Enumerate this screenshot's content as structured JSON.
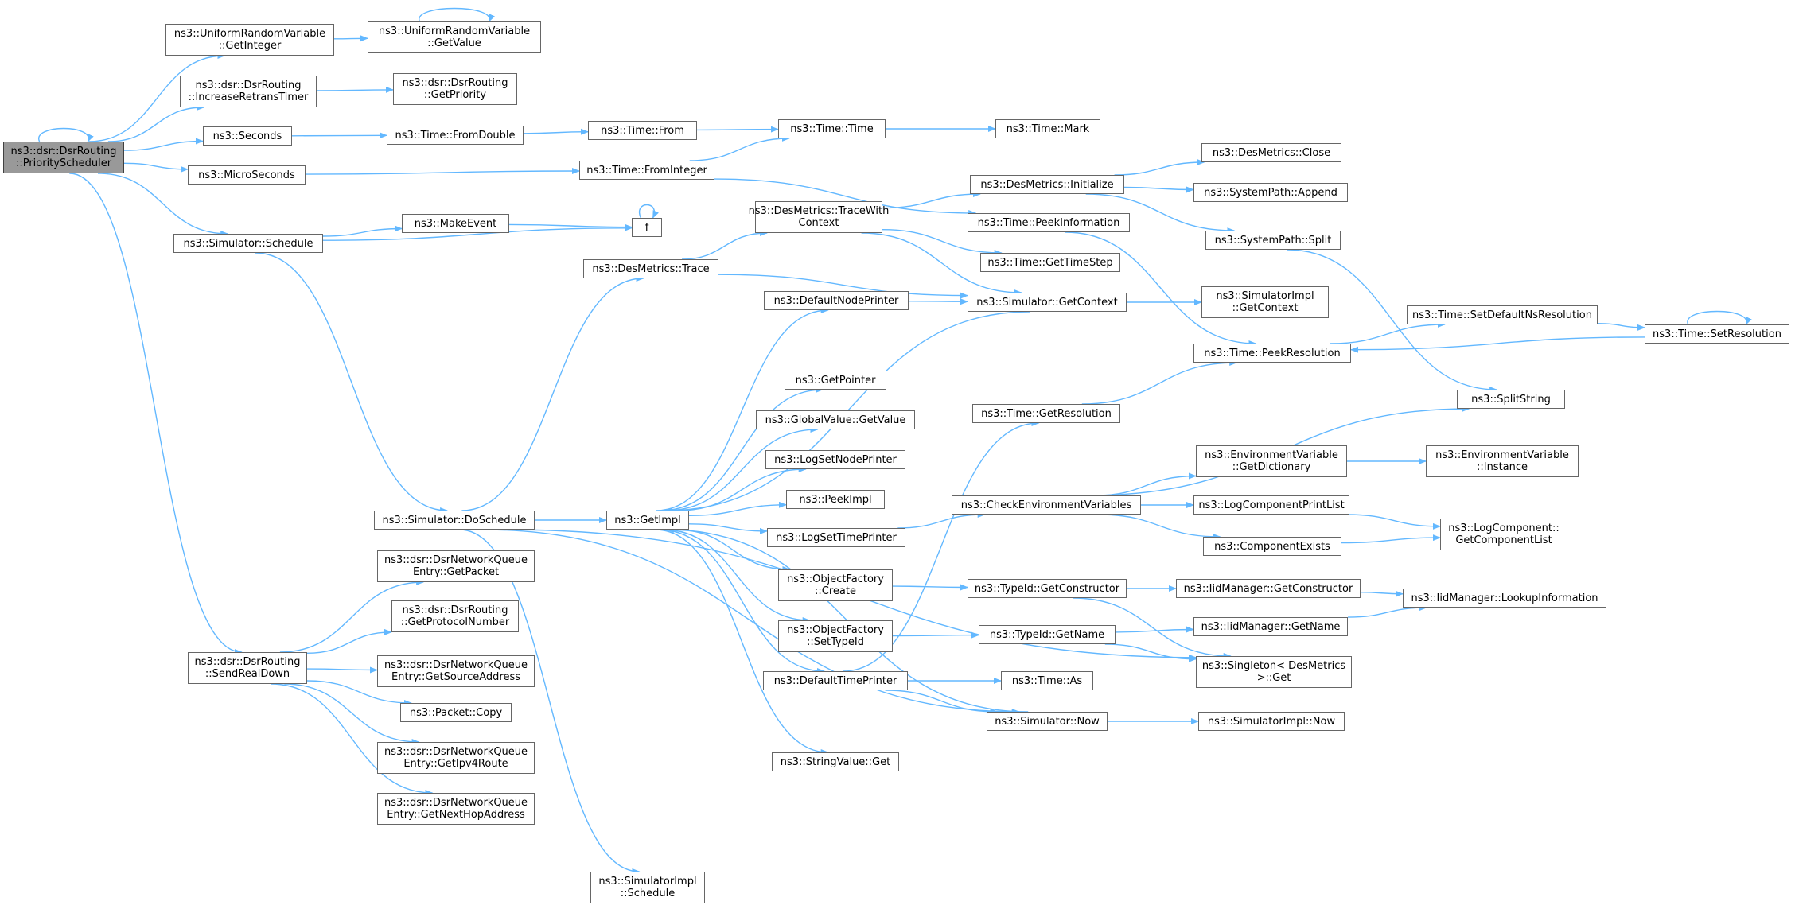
{
  "colors": {
    "edge": "#63b8ff",
    "node_border": "#666666",
    "root_fill": "#999999"
  },
  "nodes": {
    "priority_scheduler": {
      "lines": [
        "ns3::dsr::DsrRouting",
        "::PriorityScheduler"
      ]
    },
    "uniform_get_integer": {
      "lines": [
        "ns3::UniformRandomVariable",
        "::GetInteger"
      ]
    },
    "uniform_get_value": {
      "lines": [
        "ns3::UniformRandomVariable",
        "::GetValue"
      ]
    },
    "increase_retrans_timer": {
      "lines": [
        "ns3::dsr::DsrRouting",
        "::IncreaseRetransTimer"
      ]
    },
    "get_priority": {
      "lines": [
        "ns3::dsr::DsrRouting",
        "::GetPriority"
      ]
    },
    "seconds": {
      "lines": [
        "ns3::Seconds"
      ]
    },
    "time_from_double": {
      "lines": [
        "ns3::Time::FromDouble"
      ]
    },
    "time_from": {
      "lines": [
        "ns3::Time::From"
      ]
    },
    "time_time": {
      "lines": [
        "ns3::Time::Time"
      ]
    },
    "time_mark": {
      "lines": [
        "ns3::Time::Mark"
      ]
    },
    "micro_seconds": {
      "lines": [
        "ns3::MicroSeconds"
      ]
    },
    "time_from_integer": {
      "lines": [
        "ns3::Time::FromInteger"
      ]
    },
    "des_metrics_initialize": {
      "lines": [
        "ns3::DesMetrics::Initialize"
      ]
    },
    "des_metrics_close": {
      "lines": [
        "ns3::DesMetrics::Close"
      ]
    },
    "system_path_append": {
      "lines": [
        "ns3::SystemPath::Append"
      ]
    },
    "system_path_split": {
      "lines": [
        "ns3::SystemPath::Split"
      ]
    },
    "simulator_schedule": {
      "lines": [
        "ns3::Simulator::Schedule"
      ]
    },
    "make_event": {
      "lines": [
        "ns3::MakeEvent"
      ]
    },
    "f": {
      "lines": [
        "f"
      ]
    },
    "des_metrics_trace_with_context": {
      "lines": [
        "ns3::DesMetrics::TraceWith",
        "Context"
      ]
    },
    "time_peek_information": {
      "lines": [
        "ns3::Time::PeekInformation"
      ]
    },
    "time_get_time_step": {
      "lines": [
        "ns3::Time::GetTimeStep"
      ]
    },
    "des_metrics_trace": {
      "lines": [
        "ns3::DesMetrics::Trace"
      ]
    },
    "default_node_printer": {
      "lines": [
        "ns3::DefaultNodePrinter"
      ]
    },
    "simulator_get_context": {
      "lines": [
        "ns3::Simulator::GetContext"
      ]
    },
    "simulator_impl_get_context": {
      "lines": [
        "ns3::SimulatorImpl",
        "::GetContext"
      ]
    },
    "time_set_default_ns_resolution": {
      "lines": [
        "ns3::Time::SetDefaultNsResolution"
      ]
    },
    "time_set_resolution": {
      "lines": [
        "ns3::Time::SetResolution"
      ]
    },
    "time_peek_resolution": {
      "lines": [
        "ns3::Time::PeekResolution"
      ]
    },
    "get_pointer": {
      "lines": [
        "ns3::GetPointer"
      ]
    },
    "split_string": {
      "lines": [
        "ns3::SplitString"
      ]
    },
    "time_get_resolution": {
      "lines": [
        "ns3::Time::GetResolution"
      ]
    },
    "global_value_get_value": {
      "lines": [
        "ns3::GlobalValue::GetValue"
      ]
    },
    "log_set_node_printer": {
      "lines": [
        "ns3::LogSetNodePrinter"
      ]
    },
    "env_var_get_dictionary": {
      "lines": [
        "ns3::EnvironmentVariable",
        "::GetDictionary"
      ]
    },
    "env_var_instance": {
      "lines": [
        "ns3::EnvironmentVariable",
        "::Instance"
      ]
    },
    "peek_impl": {
      "lines": [
        "ns3::PeekImpl"
      ]
    },
    "simulator_do_schedule": {
      "lines": [
        "ns3::Simulator::DoSchedule"
      ]
    },
    "get_impl": {
      "lines": [
        "ns3::GetImpl"
      ]
    },
    "check_environment_variables": {
      "lines": [
        "ns3::CheckEnvironmentVariables"
      ]
    },
    "log_component_print_list": {
      "lines": [
        "ns3::LogComponentPrintList"
      ]
    },
    "log_set_time_printer": {
      "lines": [
        "ns3::LogSetTimePrinter"
      ]
    },
    "log_component_get_component_list": {
      "lines": [
        "ns3::LogComponent::",
        "GetComponentList"
      ]
    },
    "component_exists": {
      "lines": [
        "ns3::ComponentExists"
      ]
    },
    "queue_entry_get_packet": {
      "lines": [
        "ns3::dsr::DsrNetworkQueue",
        "Entry::GetPacket"
      ]
    },
    "object_factory_create": {
      "lines": [
        "ns3::ObjectFactory",
        "::Create"
      ]
    },
    "type_id_get_constructor": {
      "lines": [
        "ns3::TypeId::GetConstructor"
      ]
    },
    "iid_manager_get_constructor": {
      "lines": [
        "ns3::IidManager::GetConstructor"
      ]
    },
    "iid_manager_lookup_information": {
      "lines": [
        "ns3::IidManager::LookupInformation"
      ]
    },
    "get_protocol_number": {
      "lines": [
        "ns3::dsr::DsrRouting",
        "::GetProtocolNumber"
      ]
    },
    "object_factory_set_type_id": {
      "lines": [
        "ns3::ObjectFactory",
        "::SetTypeId"
      ]
    },
    "type_id_get_name": {
      "lines": [
        "ns3::TypeId::GetName"
      ]
    },
    "iid_manager_get_name": {
      "lines": [
        "ns3::IidManager::GetName"
      ]
    },
    "send_real_down": {
      "lines": [
        "ns3::dsr::DsrRouting",
        "::SendRealDown"
      ]
    },
    "queue_entry_get_source_address": {
      "lines": [
        "ns3::dsr::DsrNetworkQueue",
        "Entry::GetSourceAddress"
      ]
    },
    "singleton_des_metrics_get": {
      "lines": [
        "ns3::Singleton< DesMetrics",
        ">::Get"
      ]
    },
    "default_time_printer": {
      "lines": [
        "ns3::DefaultTimePrinter"
      ]
    },
    "time_as": {
      "lines": [
        "ns3::Time::As"
      ]
    },
    "packet_copy": {
      "lines": [
        "ns3::Packet::Copy"
      ]
    },
    "simulator_now": {
      "lines": [
        "ns3::Simulator::Now"
      ]
    },
    "simulator_impl_now": {
      "lines": [
        "ns3::SimulatorImpl::Now"
      ]
    },
    "queue_entry_get_ipv4_route": {
      "lines": [
        "ns3::dsr::DsrNetworkQueue",
        "Entry::GetIpv4Route"
      ]
    },
    "string_value_get": {
      "lines": [
        "ns3::StringValue::Get"
      ]
    },
    "queue_entry_get_next_hop_address": {
      "lines": [
        "ns3::dsr::DsrNetworkQueue",
        "Entry::GetNextHopAddress"
      ]
    },
    "simulator_impl_schedule": {
      "lines": [
        "ns3::SimulatorImpl",
        "::Schedule"
      ]
    }
  }
}
